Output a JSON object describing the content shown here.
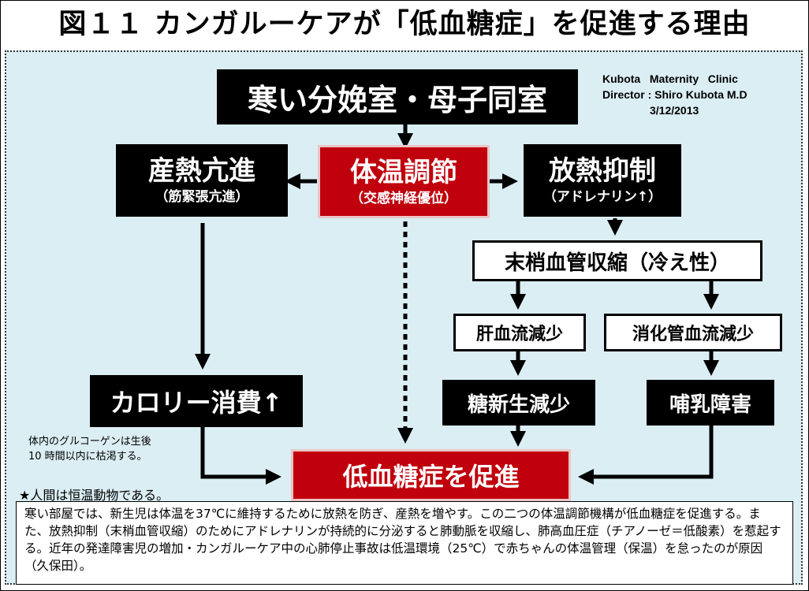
{
  "title": "図１１ カンガルーケアが「低血糖症」を促進する理由",
  "credit": {
    "line1": "Kubota   Maternity   Clinic",
    "line2": "Director : Shiro Kubota M.D",
    "date": "3/12/2013"
  },
  "nodes": {
    "cold_room": "寒い分娩室・母子同室",
    "thermo": "体温調節",
    "thermo_sub": "（交感神経優位）",
    "heat_prod": "産熱亢進",
    "heat_prod_sub": "（筋緊張亢進）",
    "heat_loss": "放熱抑制",
    "heat_loss_sub": "（アドレナリン↑）",
    "vasocon": "末梢血管収縮（冷え性）",
    "liver": "肝血流減少",
    "digest": "消化管血流減少",
    "calorie": "カロリー消費↑",
    "gluconeo": "糖新生減少",
    "feeding": "哺乳障害",
    "hypo": "低血糖症を促進"
  },
  "notes": {
    "glycogen": [
      "体内のグルコーゲンは生後",
      "10 時間以内に枯渇する。"
    ],
    "star": "★人間は恒温動物である。",
    "explanation": "寒い部屋では、新生児は体温を37℃に維持するために放熱を防ぎ、産熱を増やす。この二つの体温調節機構が低血糖症を促進する。また、放熱抑制（末梢血管収縮）のためにアドレナリンが持続的に分泌すると肺動脈を収縮し、肺高血圧症（チアノーゼ＝低酸素）を惹起する。近年の発達障害児の増加・カンガルーケア中の心肺停止事故は低温環境（25℃）で赤ちゃんの体温管理（保温）を怠ったのが原因（久保田）。"
  },
  "colors": {
    "panel_bg": "#dbeef4",
    "red_box": "#c0000c",
    "black_box": "#000000"
  }
}
